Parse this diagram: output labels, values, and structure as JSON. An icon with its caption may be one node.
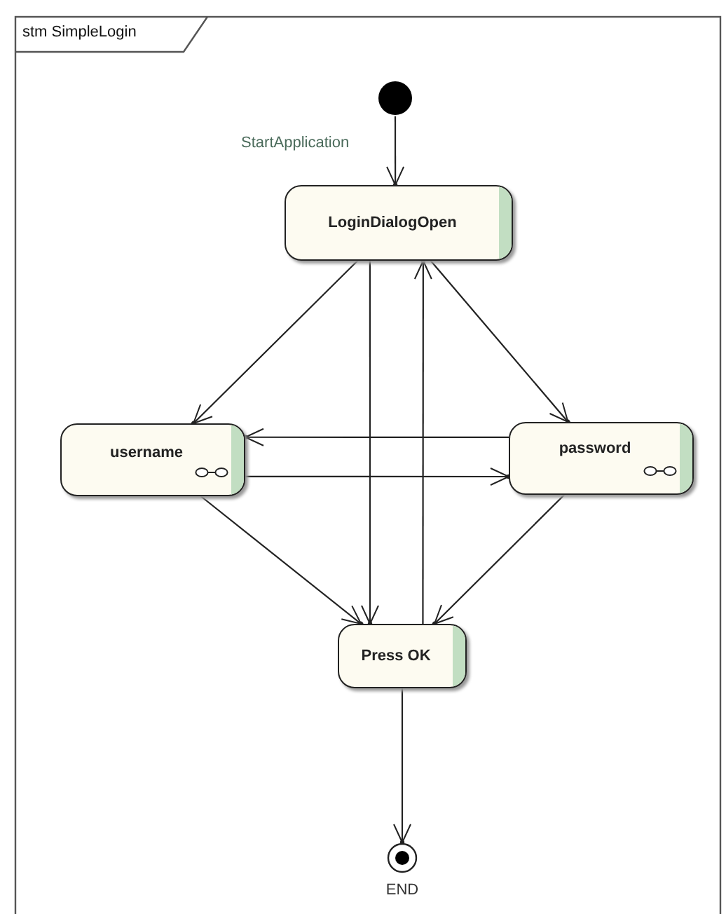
{
  "diagram": {
    "title": "stm SimpleLogin",
    "nodes": [
      {
        "text": [],
        "shape": "circle"
      },
      {
        "text": [
          "LoginDialogOpen"
        ]
      },
      {
        "text": [
          "username"
        ]
      },
      {
        "text": [
          "password"
        ]
      },
      {
        "text": [
          "Press OK"
        ]
      },
      {
        "text": [],
        "shape": "bullseye",
        "beside": [
          "END"
        ]
      }
    ],
    "edges": [
      {
        "from": 0,
        "to": 1,
        "arrow": "to",
        "label": "StartApplication"
      },
      {
        "from": 1,
        "to": 2,
        "arrow": "to"
      },
      {
        "from": 1,
        "to": 3,
        "arrow": "to"
      },
      {
        "from": 1,
        "to": 4,
        "arrow": "to"
      },
      {
        "from": 4,
        "to": 1,
        "arrow": "to"
      },
      {
        "from": 3,
        "to": 2,
        "arrow": "to"
      },
      {
        "from": 2,
        "to": 3,
        "arrow": "to"
      },
      {
        "from": 2,
        "to": 4,
        "arrow": "to"
      },
      {
        "from": 3,
        "to": 4,
        "arrow": "to"
      },
      {
        "from": 4,
        "to": 5,
        "arrow": "to"
      }
    ]
  }
}
